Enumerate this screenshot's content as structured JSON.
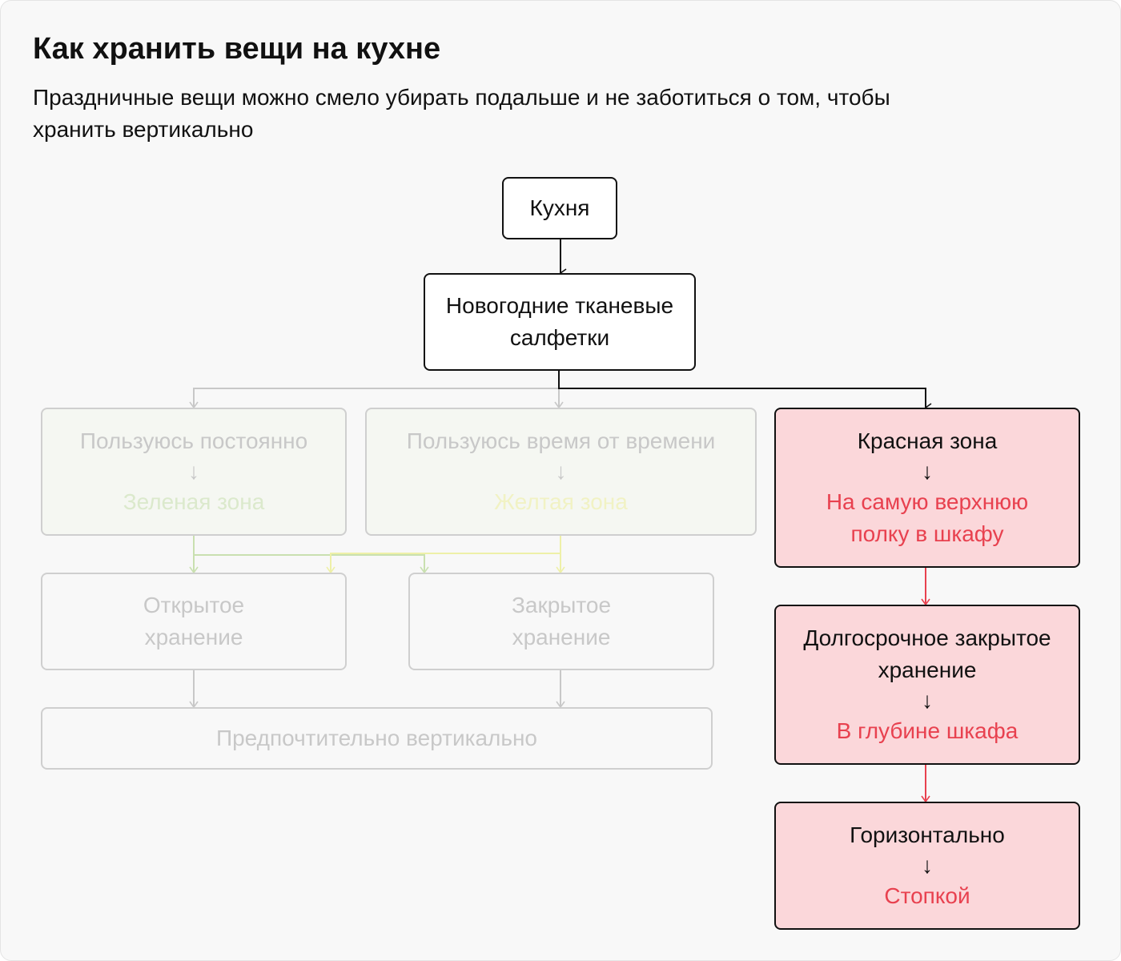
{
  "title": "Как хранить вещи на кухне",
  "subtitle": "Праздничные вещи можно смело убирать подальше и не заботиться о том, чтобы хранить вертикально",
  "arrow": "↓",
  "nodes": {
    "kitchen": "Кухня",
    "item": "Новогодние тканевые салфетки",
    "constant": {
      "top": "Пользуюсь постоянно",
      "bottom": "Зеленая зона"
    },
    "sometimes": {
      "top": "Пользуюсь время от времени",
      "bottom": "Желтая зона"
    },
    "red": {
      "top": "Красная зона",
      "bottom": "На самую верхнюю полку в шкафу"
    },
    "open": "Открытое хранение",
    "closed": "Закрытое хранение",
    "vertical": "Предпочтительно вертикально",
    "longterm": {
      "top": "Долгосрочное закрытое хранение",
      "bottom": "В глубине шкафа"
    },
    "horizontal": {
      "top": "Горизонтально",
      "bottom": "Стопкой"
    }
  },
  "colors": {
    "active": "#111111",
    "faded": "#c8c8c8",
    "red": "#e8414f",
    "red_fill": "#fbd7da",
    "green": "#c9e0b0",
    "yellow": "#eef0a8"
  }
}
